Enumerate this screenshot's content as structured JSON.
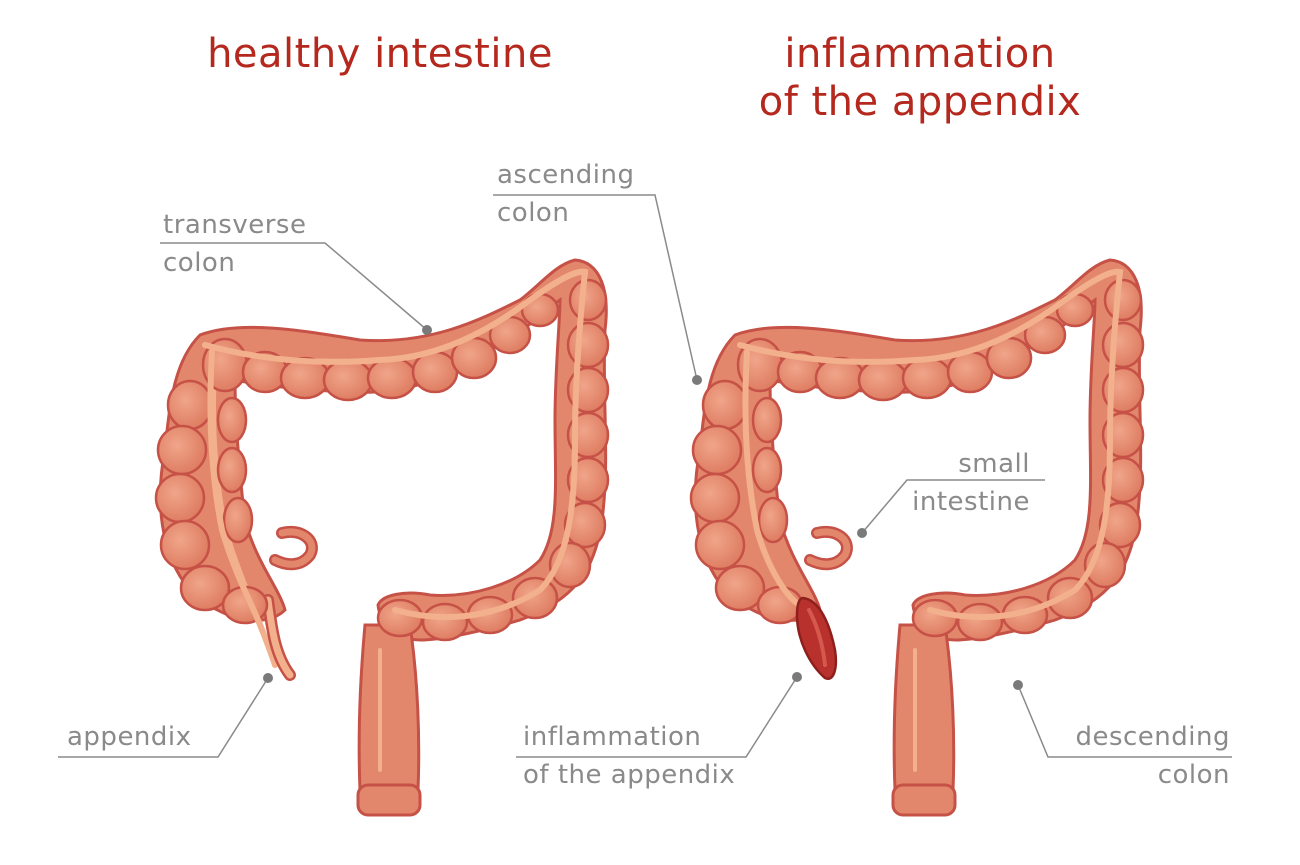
{
  "titles": {
    "healthy": "healthy intestine",
    "inflamed_line1": "inflammation",
    "inflamed_line2": "of the appendix"
  },
  "labels": {
    "transverse_1": "transverse",
    "transverse_2": "colon",
    "ascending_1": "ascending",
    "ascending_2": "colon",
    "appendix": "appendix",
    "small_1": "small",
    "small_2": "intestine",
    "inflamed_1": "inflammation",
    "inflamed_2": "of the appendix",
    "descending_1": "descending",
    "descending_2": "colon"
  },
  "colors": {
    "title": "#b4281e",
    "label": "#8a8a8a",
    "colon_fill": "#e3876c",
    "colon_outline": "#c65146",
    "band": "#f2b08d",
    "inflamed": "#b8312c"
  }
}
